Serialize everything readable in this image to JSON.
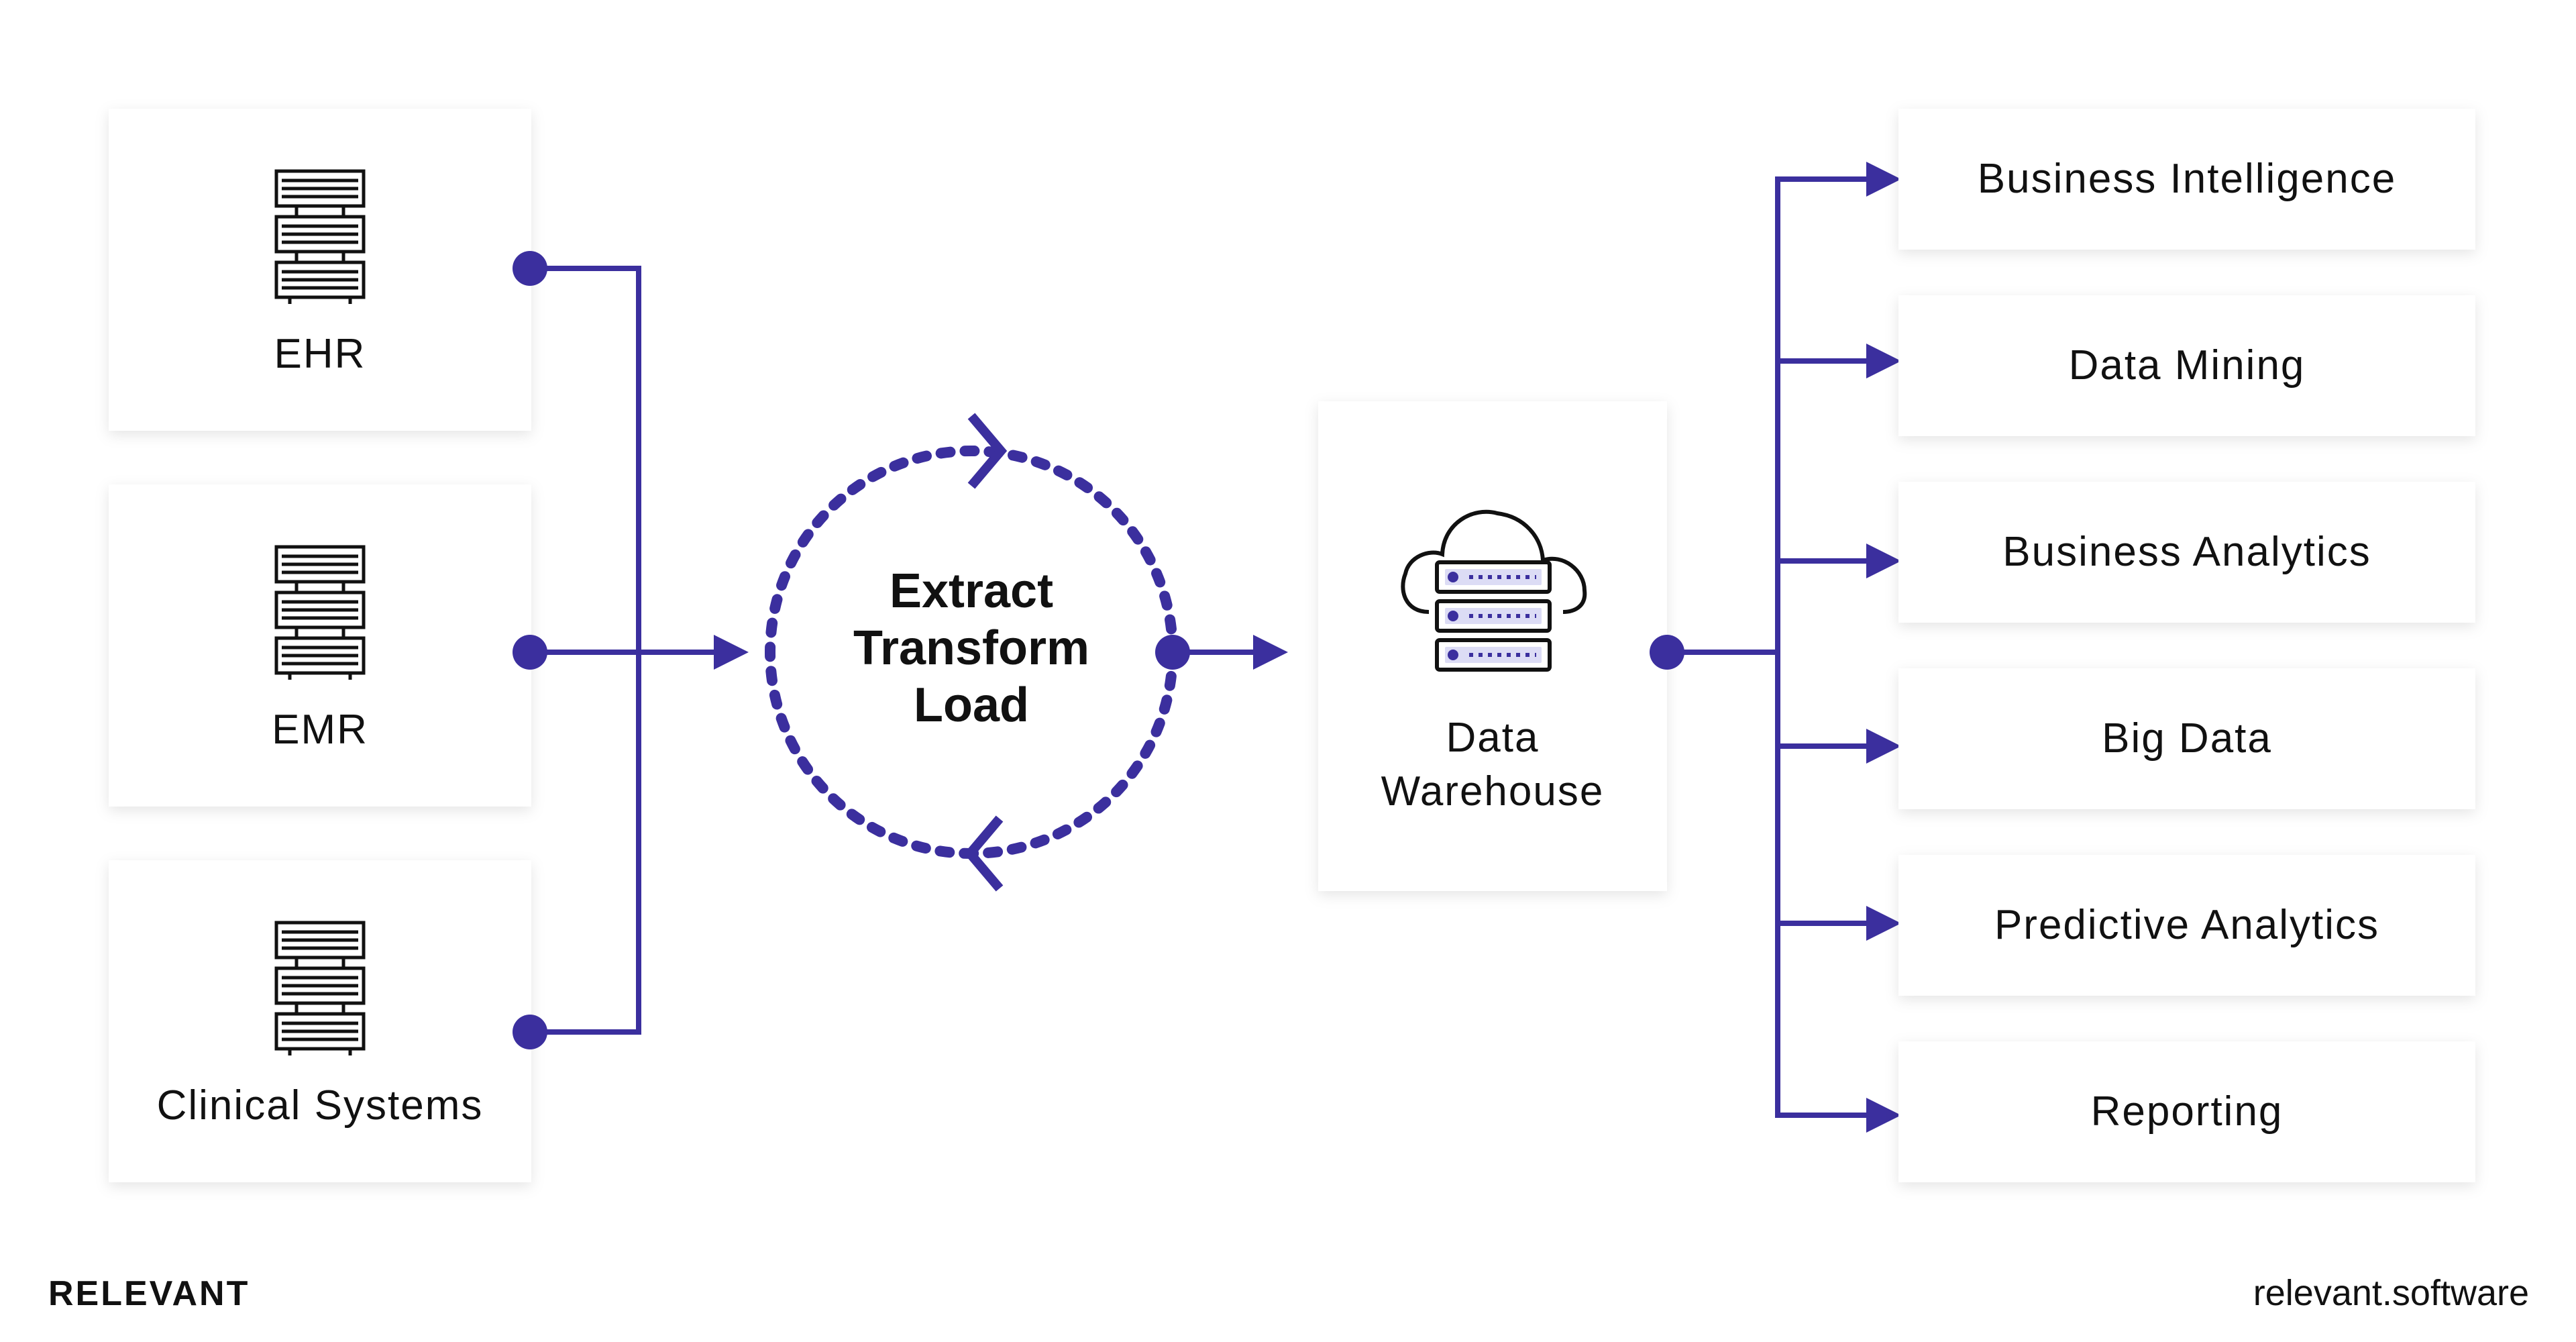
{
  "colors": {
    "accent": "#3b2f9e",
    "card": "#ffffff",
    "text": "#111111",
    "background": "#ffffff"
  },
  "sources": [
    {
      "label": "EHR",
      "icon": "server-rack-icon"
    },
    {
      "label": "EMR",
      "icon": "server-rack-icon"
    },
    {
      "label": "Clinical Systems",
      "icon": "server-rack-icon"
    }
  ],
  "etl": {
    "lines": [
      "Extract",
      "Transform",
      "Load"
    ]
  },
  "warehouse": {
    "lines": [
      "Data",
      "Warehouse"
    ],
    "icon": "cloud-server-icon"
  },
  "outputs": [
    {
      "label": "Business Intelligence"
    },
    {
      "label": "Data Mining"
    },
    {
      "label": "Business Analytics"
    },
    {
      "label": "Big Data"
    },
    {
      "label": "Predictive Analytics"
    },
    {
      "label": "Reporting"
    }
  ],
  "footer": {
    "brand": "RELEVANT",
    "url": "relevant.software"
  }
}
